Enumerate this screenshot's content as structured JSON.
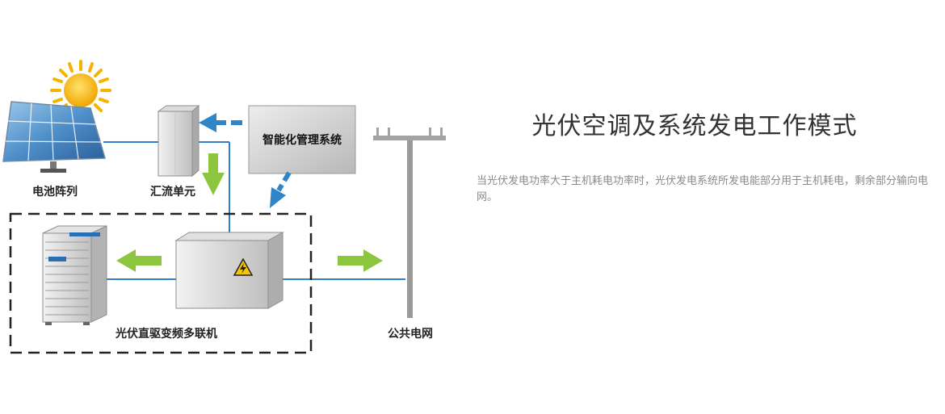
{
  "title": "光伏空调及系统发电工作模式",
  "description": "当光伏发电功率大于主机耗电功率时，光伏发电系统所发电能部分用于主机耗电，剩余部分输向电网。",
  "diagram": {
    "labels": {
      "solar_array": "电池阵列",
      "combiner": "汇流单元",
      "management": "智能化管理系统",
      "hvac": "光伏直驱变频多联机",
      "grid": "公共电网"
    },
    "colors": {
      "wire": "#2f7fc8",
      "green_arrow": "#8cc63f",
      "blue_arrow": "#2e86c8",
      "sun": "#f5b400"
    }
  }
}
